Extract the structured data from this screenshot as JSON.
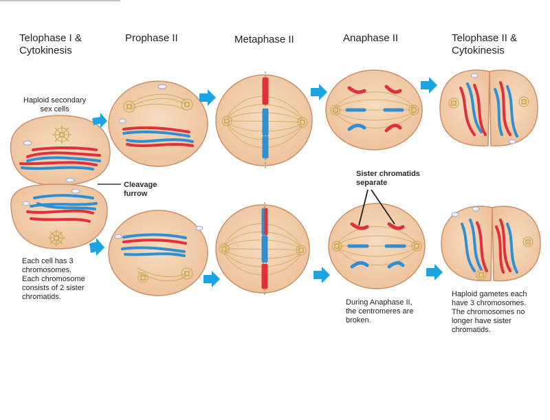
{
  "stages": [
    {
      "id": "telophase1",
      "title": "Telophase I &\nCytokinesis"
    },
    {
      "id": "prophase2",
      "title": "Prophase II"
    },
    {
      "id": "metaphase2",
      "title": "Metaphase II"
    },
    {
      "id": "anaphase2",
      "title": "Anaphase II"
    },
    {
      "id": "telophase2",
      "title": "Telophase II &\nCytokinesis"
    }
  ],
  "notes": {
    "haploid_secondary": "Haploid secondary\nsex cells",
    "cleavage_furrow": "Cleavage\nfurrow",
    "each_cell": "Each cell has 3\nchromosomes.\nEach chromosome\nconsists of 2 sister\nchromatids.",
    "sister_separate": "Sister chromatids\nseparate",
    "during_anaphase": "During Anaphase II,\nthe centromeres are\nbroken.",
    "haploid_gametes": "Haploid gametes each\nhave 3 chromosomes.\nThe chromosomes no\nlonger have sister\nchromatids."
  },
  "colors": {
    "cell_fill": "#f1cda8",
    "cell_edge": "#c9906a",
    "chrom_red": "#e0303a",
    "chrom_blue": "#2f8fd0",
    "spindle": "#c7a24a",
    "arrow": "#1ba3e2",
    "nucleolus": "#9aa8c8"
  }
}
